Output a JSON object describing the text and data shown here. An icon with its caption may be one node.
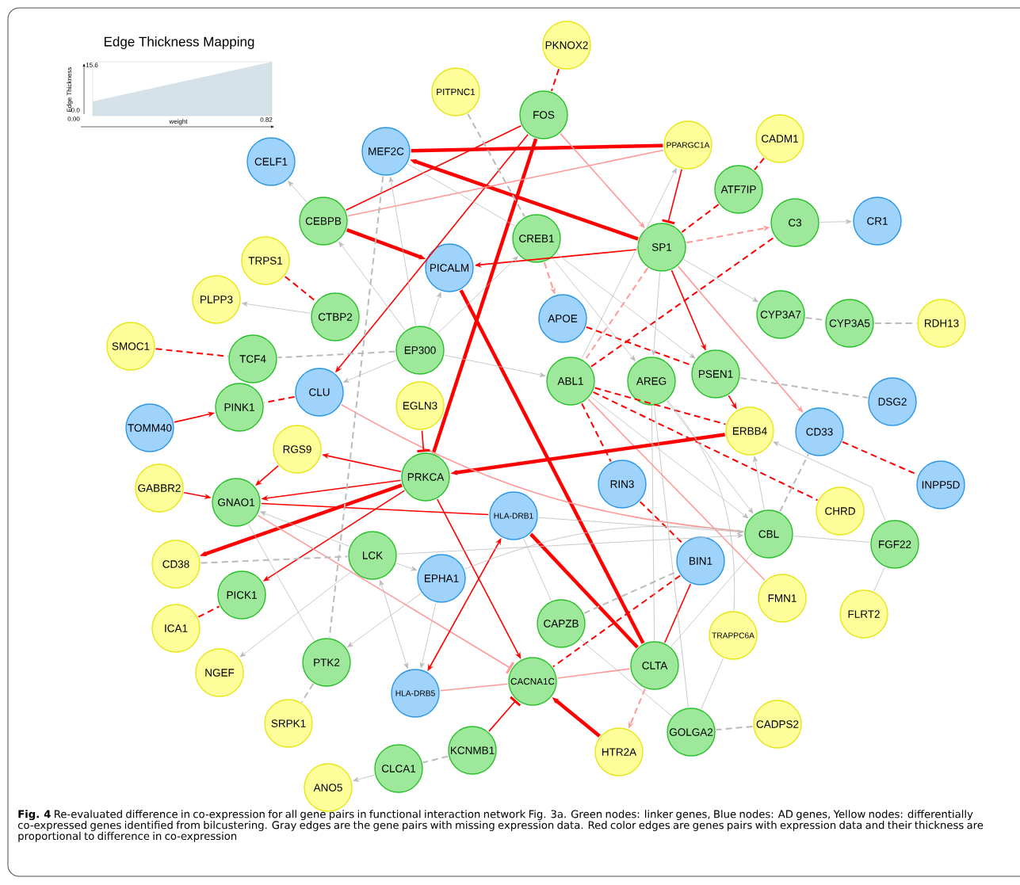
{
  "diagram": {
    "caption": "**Fig. 4** Re-evaluated difference in co-expression for all gene pairs in functional interaction network Fig. 3a. Green nodes: linker genes, Blue nodes: AD genes, Yellow nodes: differentially co-expressed genes identified from bilcustering. Gray edges are the gene pairs with missing expression data. Red color edges are genes pairs with expression data and their thickness are proportional to difference in co-expression",
    "nodes": [
      {
        "text": [
          "PKNOX2"
        ]
      },
      {
        "text": [
          "PITPNC1"
        ]
      },
      {
        "text": [
          "FOS"
        ]
      },
      {
        "text": [
          "CADM1"
        ]
      },
      {
        "text": [
          "MEF2C"
        ]
      },
      {
        "text": [
          "PPARGC1A"
        ]
      },
      {
        "text": [
          "CELF1"
        ]
      },
      {
        "text": [
          "ATF7IP"
        ]
      },
      {
        "text": [
          "CEBPB"
        ]
      },
      {
        "text": [
          "C3"
        ]
      },
      {
        "text": [
          "CR1"
        ]
      },
      {
        "text": [
          "CREB1"
        ]
      },
      {
        "text": [
          "SP1"
        ]
      },
      {
        "text": [
          "TRPS1"
        ]
      },
      {
        "text": [
          "PICALM"
        ]
      },
      {
        "text": [
          "PLPP3"
        ]
      },
      {
        "text": [
          "CTBP2"
        ]
      },
      {
        "text": [
          "APOE"
        ]
      },
      {
        "text": [
          "CYP3A7"
        ]
      },
      {
        "text": [
          "CYP3A5"
        ]
      },
      {
        "text": [
          "RDH13"
        ]
      },
      {
        "text": [
          "SMOC1"
        ]
      },
      {
        "text": [
          "TCF4"
        ]
      },
      {
        "text": [
          "EP300"
        ]
      },
      {
        "text": [
          "ABL1"
        ]
      },
      {
        "text": [
          "AREG"
        ]
      },
      {
        "text": [
          "PSEN1"
        ]
      },
      {
        "text": [
          "CLU"
        ]
      },
      {
        "text": [
          "EGLN3"
        ]
      },
      {
        "text": [
          "DSG2"
        ]
      },
      {
        "text": [
          "TOMM40"
        ]
      },
      {
        "text": [
          "PINK1"
        ]
      },
      {
        "text": [
          "ERBB4"
        ]
      },
      {
        "text": [
          "RGS9"
        ]
      },
      {
        "text": [
          "CD33"
        ]
      },
      {
        "text": [
          "PRKCA"
        ]
      },
      {
        "text": [
          "RIN3"
        ]
      },
      {
        "text": [
          "INPP5D"
        ]
      },
      {
        "text": [
          "GABBR2"
        ]
      },
      {
        "text": [
          "GNAO1"
        ]
      },
      {
        "text": [
          "HLA-DRB1"
        ]
      },
      {
        "text": [
          "CHRD"
        ]
      },
      {
        "text": [
          "CBL"
        ]
      },
      {
        "text": [
          "FGF22"
        ]
      },
      {
        "text": [
          "CD38"
        ]
      },
      {
        "text": [
          "LCK"
        ]
      },
      {
        "text": [
          "EPHA1"
        ]
      },
      {
        "text": [
          "BIN1"
        ]
      },
      {
        "text": [
          "PICK1"
        ]
      },
      {
        "text": [
          "FMN1"
        ]
      },
      {
        "text": [
          "FLRT2"
        ]
      },
      {
        "text": [
          "ICA1"
        ]
      },
      {
        "text": [
          "CAPZB"
        ]
      },
      {
        "text": [
          "TRAPPC6A"
        ]
      },
      {
        "text": [
          "NGEF"
        ]
      },
      {
        "text": [
          "PTK2"
        ]
      },
      {
        "text": [
          "CLTA"
        ]
      },
      {
        "text": [
          "CACNA1C"
        ]
      },
      {
        "text": [
          "HLA-DRB5"
        ]
      },
      {
        "text": [
          "SRPK1"
        ]
      },
      {
        "text": [
          "CADPS2"
        ]
      },
      {
        "text": [
          "GOLGA2"
        ]
      },
      {
        "text": [
          "KCNMB1"
        ]
      },
      {
        "text": [
          "HTR2A"
        ]
      },
      {
        "text": [
          "CLCA1"
        ]
      },
      {
        "text": [
          "ANO5"
        ]
      }
    ],
    "edges": [
      {
        "from": 0,
        "to": 2,
        "arrow": "none",
        "style": "dashed",
        "color": "#ff0000"
      },
      {
        "from": 5,
        "to": 12,
        "arrow": "other",
        "color": "#ff0000"
      },
      {
        "from": 4,
        "to": 5,
        "arrow": "none",
        "style": "thick",
        "color": "#ff0000"
      },
      {
        "from": 12,
        "to": 4,
        "arrow": "to",
        "style": "thick",
        "color": "#ff0000"
      },
      {
        "from": 8,
        "to": 14,
        "arrow": "to",
        "style": "thick",
        "color": "#ff0000"
      },
      {
        "from": 8,
        "to": 2,
        "arrow": "none",
        "color": "#ff0000"
      },
      {
        "from": 2,
        "to": 27,
        "arrow": "to",
        "color": "#ff0000"
      },
      {
        "from": 35,
        "to": 2,
        "arrow": "none",
        "style": "thick",
        "color": "#ff0000"
      },
      {
        "from": 2,
        "to": 12,
        "arrow": "to",
        "color": "#ff9999"
      },
      {
        "from": 12,
        "to": 14,
        "arrow": "to",
        "color": "#ff0000"
      },
      {
        "from": 14,
        "to": 56,
        "arrow": "none",
        "style": "thick",
        "color": "#ff0000"
      },
      {
        "from": 7,
        "to": 12,
        "arrow": "none",
        "style": "dashed",
        "color": "#ff0000"
      },
      {
        "from": 3,
        "to": 7,
        "arrow": "none",
        "style": "dashed",
        "color": "#ff0000"
      },
      {
        "from": 12,
        "to": 9,
        "arrow": "to",
        "style": "dashed",
        "color": "#ff9999"
      },
      {
        "from": 24,
        "to": 9,
        "arrow": "none",
        "style": "dashed",
        "color": "#ff0000"
      },
      {
        "from": 12,
        "to": 26,
        "arrow": "to",
        "color": "#ff0000"
      },
      {
        "from": 12,
        "to": 24,
        "arrow": "none",
        "style": "dashed",
        "color": "#ff9999"
      },
      {
        "from": 12,
        "to": 34,
        "arrow": "to",
        "color": "#ff9999"
      },
      {
        "from": 24,
        "to": 49,
        "arrow": "none",
        "color": "#ff9999"
      },
      {
        "from": 11,
        "to": 17,
        "arrow": "to",
        "style": "dashed",
        "color": "#ff9999"
      },
      {
        "from": 17,
        "to": 26,
        "arrow": "none",
        "style": "dashed",
        "color": "#ff0000"
      },
      {
        "from": 26,
        "to": 32,
        "arrow": "to",
        "color": "#ff0000"
      },
      {
        "from": 32,
        "to": 35,
        "arrow": "to",
        "style": "thick",
        "color": "#ff0000"
      },
      {
        "from": 24,
        "to": 32,
        "arrow": "none",
        "style": "dashed",
        "color": "#ff0000"
      },
      {
        "from": 24,
        "to": 41,
        "arrow": "none",
        "style": "dashed",
        "color": "#ff0000"
      },
      {
        "from": 24,
        "to": 36,
        "arrow": "none",
        "style": "dashed",
        "color": "#ff0000"
      },
      {
        "from": 36,
        "to": 47,
        "arrow": "none",
        "style": "dashed",
        "color": "#ff0000"
      },
      {
        "from": 34,
        "to": 37,
        "arrow": "none",
        "style": "dashed",
        "color": "#ff0000"
      },
      {
        "from": 27,
        "to": 31,
        "arrow": "none",
        "style": "dashed",
        "color": "#ff0000"
      },
      {
        "from": 30,
        "to": 31,
        "arrow": "to",
        "color": "#ff0000"
      },
      {
        "from": 27,
        "to": 42,
        "arrow": "none",
        "color": "#ff9999"
      },
      {
        "from": 28,
        "to": 35,
        "arrow": "other",
        "color": "#ff0000"
      },
      {
        "from": 35,
        "to": 33,
        "arrow": "to",
        "color": "#ff0000"
      },
      {
        "from": 33,
        "to": 39,
        "arrow": "to",
        "color": "#ff0000"
      },
      {
        "from": 38,
        "to": 39,
        "arrow": "to",
        "color": "#ff0000"
      },
      {
        "from": 35,
        "to": 39,
        "arrow": "to",
        "color": "#ff0000"
      },
      {
        "from": 39,
        "to": 40,
        "arrow": "none",
        "color": "#ff0000"
      },
      {
        "from": 35,
        "to": 44,
        "arrow": "to",
        "style": "thick",
        "color": "#ff0000"
      },
      {
        "from": 35,
        "to": 48,
        "arrow": "to",
        "color": "#ff0000"
      },
      {
        "from": 51,
        "to": 48,
        "arrow": "none",
        "style": "dashed",
        "color": "#ff0000"
      },
      {
        "from": 35,
        "to": 57,
        "arrow": "to",
        "color": "#ff0000"
      },
      {
        "from": 39,
        "to": 57,
        "arrow": "other",
        "color": "#ff9999"
      },
      {
        "from": 40,
        "to": 58,
        "arrow": "both",
        "color": "#ff0000"
      },
      {
        "from": 40,
        "to": 56,
        "arrow": "none",
        "style": "thick",
        "color": "#ff0000"
      },
      {
        "from": 47,
        "to": 56,
        "arrow": "none",
        "color": "#ff0000"
      },
      {
        "from": 47,
        "to": 57,
        "arrow": "none",
        "style": "dashed",
        "color": "#ff0000"
      },
      {
        "from": 56,
        "to": 57,
        "arrow": "none",
        "color": "#ff9999"
      },
      {
        "from": 58,
        "to": 57,
        "arrow": "none",
        "color": "#ff9999"
      },
      {
        "from": 62,
        "to": 57,
        "arrow": "other",
        "color": "#ff0000"
      },
      {
        "from": 63,
        "to": 57,
        "arrow": "to",
        "style": "thick",
        "color": "#ff0000"
      },
      {
        "from": 56,
        "to": 63,
        "arrow": "to",
        "style": "dashed",
        "color": "#ff9999"
      },
      {
        "from": 21,
        "to": 22,
        "arrow": "none",
        "style": "dashed",
        "color": "#ff0000"
      },
      {
        "from": 13,
        "to": 16,
        "arrow": "none",
        "style": "dashed",
        "color": "#ff0000"
      },
      {
        "from": 8,
        "to": 5,
        "arrow": "none",
        "color": "#ff9999"
      },
      {
        "from": 8,
        "to": 6,
        "arrow": "to",
        "color": "#bbbbbb"
      },
      {
        "from": 16,
        "to": 15,
        "arrow": "to",
        "color": "#bbbbbb"
      },
      {
        "from": 23,
        "to": 8,
        "arrow": "to",
        "color": "#bbbbbb"
      },
      {
        "from": 23,
        "to": 22,
        "arrow": "none",
        "style": "dashed",
        "color": "#bbbbbb"
      },
      {
        "from": 23,
        "to": 27,
        "arrow": "to",
        "color": "#bbbbbb"
      },
      {
        "from": 23,
        "to": 14,
        "arrow": "to",
        "color": "#bbbbbb"
      },
      {
        "from": 23,
        "to": 4,
        "arrow": "to",
        "color": "#bbbbbb"
      },
      {
        "from": 23,
        "to": 11,
        "arrow": "to",
        "color": "#bbbbbb"
      },
      {
        "from": 23,
        "to": 24,
        "arrow": "to",
        "color": "#bbbbbb"
      },
      {
        "from": 9,
        "to": 10,
        "arrow": "to",
        "color": "#bbbbbb"
      },
      {
        "from": 12,
        "to": 18,
        "arrow": "to",
        "color": "#bbbbbb"
      },
      {
        "from": 18,
        "to": 19,
        "arrow": "none",
        "style": "dashed",
        "color": "#bbbbbb"
      },
      {
        "from": 19,
        "to": 20,
        "arrow": "none",
        "style": "dashed",
        "color": "#bbbbbb"
      },
      {
        "from": 26,
        "to": 29,
        "arrow": "none",
        "style": "dashed",
        "color": "#bbbbbb"
      },
      {
        "from": 12,
        "to": 25,
        "arrow": "to",
        "color": "#bbbbbb"
      },
      {
        "from": 11,
        "to": 26,
        "arrow": "to",
        "color": "#bbbbbb"
      },
      {
        "from": 11,
        "to": 25,
        "arrow": "to",
        "color": "#bbbbbb"
      },
      {
        "from": 24,
        "to": 5,
        "arrow": "to",
        "color": "#bbbbbb"
      },
      {
        "from": 4,
        "to": 11,
        "arrow": "none",
        "color": "#bbbbbb"
      },
      {
        "from": 1,
        "to": 11,
        "arrow": "none",
        "style": "dashed",
        "color": "#bbbbbb"
      },
      {
        "from": 4,
        "to": 55,
        "arrow": "none",
        "style": "dashed",
        "color": "#bbbbbb"
      },
      {
        "from": 42,
        "to": 32,
        "arrow": "to",
        "color": "#bbbbbb"
      },
      {
        "from": 43,
        "to": 32,
        "arrow": "to",
        "color": "#bbbbbb"
      },
      {
        "from": 42,
        "to": 43,
        "arrow": "none",
        "color": "#bbbbbb"
      },
      {
        "from": 43,
        "to": 50,
        "arrow": "none",
        "color": "#bbbbbb"
      },
      {
        "from": 42,
        "to": 34,
        "arrow": "none",
        "style": "dashed",
        "color": "#bbbbbb"
      },
      {
        "from": 25,
        "to": 42,
        "arrow": "to",
        "color": "#bbbbbb"
      },
      {
        "from": 24,
        "to": 42,
        "arrow": "to",
        "color": "#bbbbbb"
      },
      {
        "from": 40,
        "to": 42,
        "arrow": "to",
        "color": "#bbbbbb"
      },
      {
        "from": 45,
        "to": 42,
        "arrow": "to",
        "color": "#bbbbbb"
      },
      {
        "from": 45,
        "to": 46,
        "arrow": "to",
        "color": "#bbbbbb"
      },
      {
        "from": 45,
        "to": 39,
        "arrow": "to",
        "color": "#bbbbbb"
      },
      {
        "from": 44,
        "to": 45,
        "arrow": "none",
        "style": "dashed",
        "color": "#bbbbbb"
      },
      {
        "from": 39,
        "to": 55,
        "arrow": "none",
        "color": "#bbbbbb"
      },
      {
        "from": 45,
        "to": 54,
        "arrow": "to",
        "color": "#bbbbbb"
      },
      {
        "from": 46,
        "to": 55,
        "arrow": "to",
        "color": "#bbbbbb"
      },
      {
        "from": 45,
        "to": 58,
        "arrow": "both",
        "color": "#bbbbbb"
      },
      {
        "from": 55,
        "to": 59,
        "arrow": "none",
        "style": "dashed",
        "color": "#bbbbbb"
      },
      {
        "from": 62,
        "to": 64,
        "arrow": "none",
        "style": "dashed",
        "color": "#bbbbbb"
      },
      {
        "from": 64,
        "to": 65,
        "arrow": "to",
        "color": "#bbbbbb"
      },
      {
        "from": 60,
        "to": 61,
        "arrow": "none",
        "style": "dashed",
        "color": "#bbbbbb"
      },
      {
        "from": 61,
        "to": 53,
        "arrow": "none",
        "color": "#bbbbbb"
      },
      {
        "from": 61,
        "to": 25,
        "arrow": "none",
        "color": "#bbbbbb"
      },
      {
        "from": 56,
        "to": 42,
        "arrow": "none",
        "color": "#bbbbbb"
      },
      {
        "from": 56,
        "to": 25,
        "arrow": "none",
        "color": "#bbbbbb"
      },
      {
        "from": 52,
        "to": 40,
        "arrow": "none",
        "color": "#bbbbbb"
      },
      {
        "from": 52,
        "to": 47,
        "arrow": "none",
        "style": "dashed",
        "color": "#bbbbbb"
      },
      {
        "from": 52,
        "to": 61,
        "arrow": "none",
        "color": "#bbbbbb"
      },
      {
        "from": 25,
        "to": 53,
        "arrow": "none",
        "color": "#bbbbbb"
      },
      {
        "from": 46,
        "to": 58,
        "arrow": "to",
        "color": "#bbbbbb"
      },
      {
        "from": 46,
        "to": 42,
        "arrow": "none",
        "color": "#bbbbbb"
      }
    ],
    "labels": [
      "Edge Thickness Mapping",
      "15.6",
      "0.0",
      "0.00",
      "0.82",
      "Edge Thickness",
      "weight"
    ]
  }
}
